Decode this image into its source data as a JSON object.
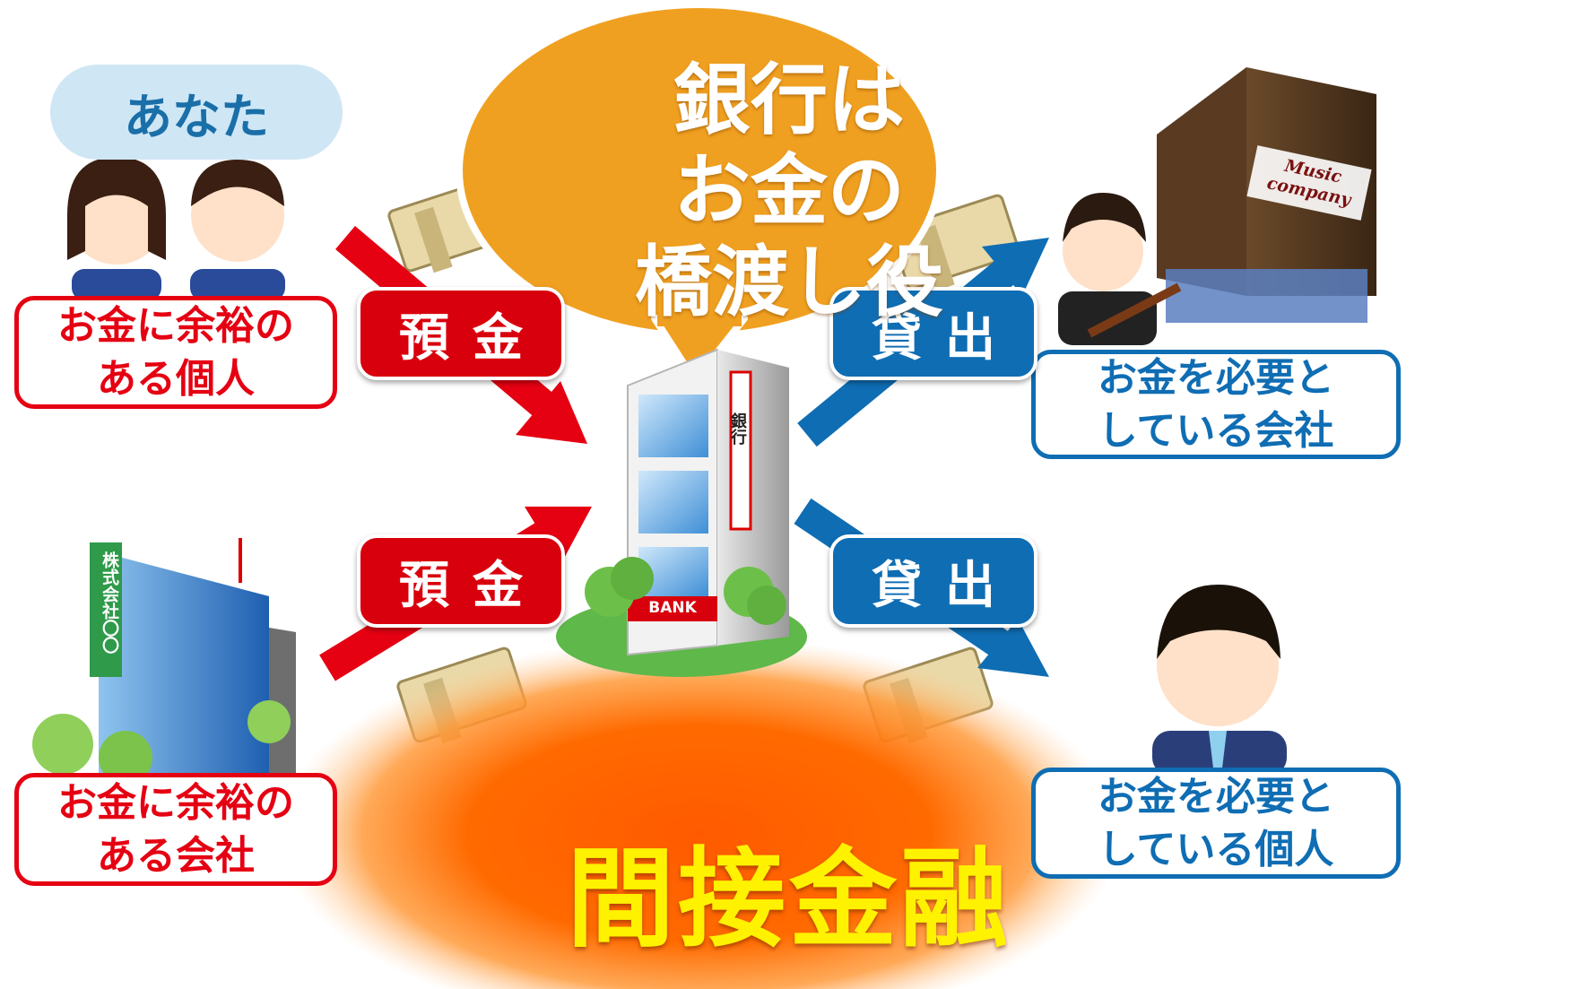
{
  "you_label": "あなた",
  "bubble": {
    "line1": "銀行は",
    "line2": "お金の",
    "line3": "橋渡し役"
  },
  "left_top_box": {
    "line1": "お金に余裕の",
    "line2": "ある個人"
  },
  "left_bottom_box": {
    "line1": "お金に余裕の",
    "line2": "ある会社"
  },
  "right_top_box": {
    "line1": "お金を必要と",
    "line2": "している会社"
  },
  "right_bottom_box": {
    "line1": "お金を必要と",
    "line2": "している個人"
  },
  "deposit_label": "預金",
  "loan_label": "貸出",
  "bank_sign": "BANK",
  "bank_vertical_sign": "銀行",
  "company_sign": "株式会社〇〇",
  "music_sign_line1": "Music",
  "music_sign_line2": "company",
  "title": "間接金融",
  "colors": {
    "red": "#e50012",
    "blue": "#0f6db3",
    "orange_bubble": "#f0a020",
    "orange_glow": "#ff6a00",
    "title_yellow": "#fff200",
    "pill_blue": "#cfe6f5"
  }
}
